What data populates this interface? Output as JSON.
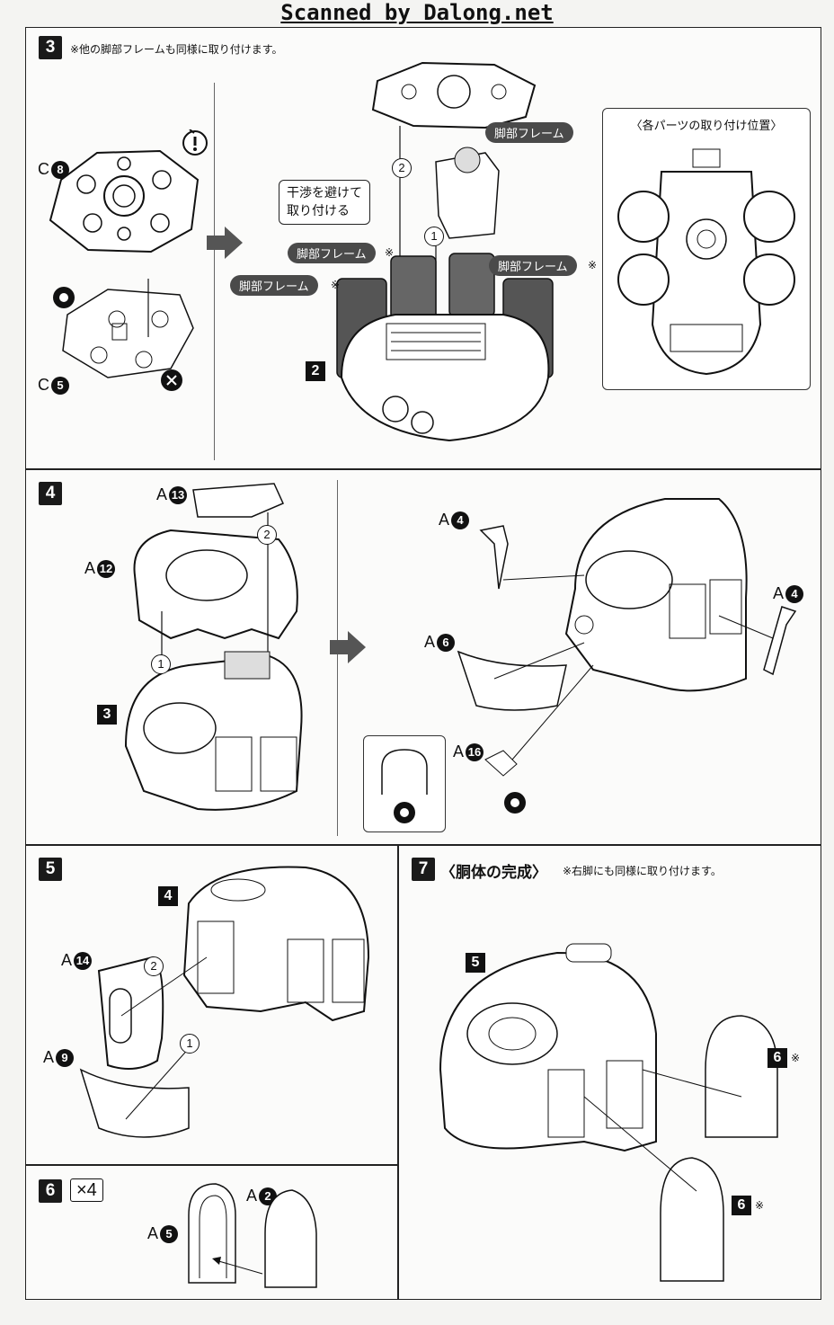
{
  "header": {
    "scan_credit": "Scanned by Dalong.net"
  },
  "step3": {
    "number": "3",
    "note": "※他の脚部フレームも同様に取り付けます。",
    "parts": {
      "c8_letter": "C",
      "c8_num": "8",
      "c5_letter": "C",
      "c5_num": "5"
    },
    "callout": "干渉を避けて\n取り付ける",
    "labels": [
      "脚部フレーム",
      "脚部フレーム",
      "脚部フレーム",
      "脚部フレーム"
    ],
    "asterisk": "※",
    "order": [
      "2",
      "1"
    ],
    "ref": "2",
    "inset_title": "〈各パーツの取り付け位置〉"
  },
  "step4": {
    "number": "4",
    "parts": {
      "a13_letter": "A",
      "a13_num": "13",
      "a12_letter": "A",
      "a12_num": "12",
      "a4_letter": "A",
      "a4_num": "4",
      "a6_letter": "A",
      "a6_num": "6",
      "a16_letter": "A",
      "a16_num": "16"
    },
    "order": [
      "2",
      "1"
    ],
    "ref": "3"
  },
  "step5": {
    "number": "5",
    "ref": "4",
    "parts": {
      "a14_letter": "A",
      "a14_num": "14",
      "a9_letter": "A",
      "a9_num": "9"
    },
    "order": [
      "2",
      "1"
    ]
  },
  "step6": {
    "number": "6",
    "multiplier": "×4",
    "parts": {
      "a2_letter": "A",
      "a2_num": "2",
      "a5_letter": "A",
      "a5_num": "5"
    }
  },
  "step7": {
    "number": "7",
    "title": "〈胴体の完成〉",
    "note": "※右脚にも同様に取り付けます。",
    "ref": "5",
    "sub_ref": "6",
    "asterisk": "※"
  },
  "icons": [
    "warning-icon",
    "arrow-right-icon",
    "glue-icon",
    "cut-icon"
  ]
}
